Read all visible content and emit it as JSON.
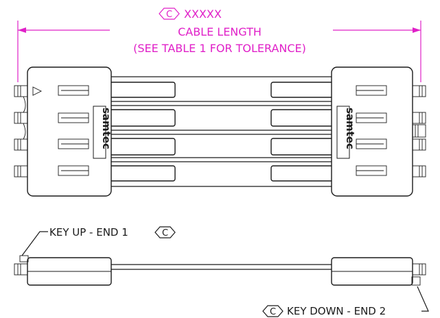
{
  "dimension": {
    "revision_mark": "C",
    "value": "XXXXX",
    "label": "CABLE LENGTH",
    "note": "(SEE TABLE 1 FOR TOLERANCE)",
    "color": "#e020c8"
  },
  "connector_logo": "samtec",
  "callouts": {
    "end1": {
      "text": "KEY UP - END 1",
      "revision_mark": "C"
    },
    "end2": {
      "text": "KEY DOWN - END 2",
      "revision_mark": "C"
    }
  },
  "line_color": "#1a1a1a"
}
